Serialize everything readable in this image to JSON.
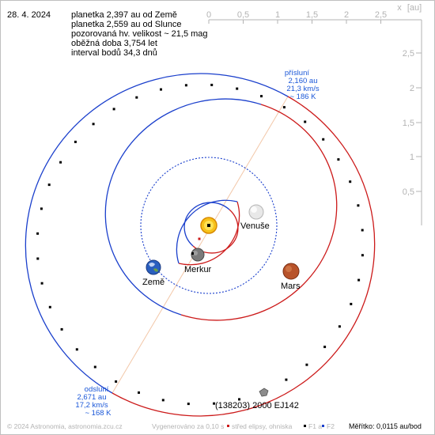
{
  "header": {
    "date": "28. 4. 2024",
    "info": [
      "planetka 2,397 au od Země",
      "planetka 2,559 au od Slunce",
      "pozorovaná hv. velikost ~ 21,5 mag",
      "oběžná doba 3,754 let",
      "interval bodů 34,3 dnů"
    ]
  },
  "axes": {
    "x_ticks": [
      "0",
      "0,5",
      "1",
      "1,5",
      "2",
      "2,5"
    ],
    "y_ticks": [
      "2,5",
      "2",
      "1,5",
      "1",
      "0,5"
    ],
    "x_label": "x",
    "unit_label": "[au]"
  },
  "perihelion": {
    "title": "přísluní",
    "dist": "2,160 au",
    "speed": "21,3 km/s",
    "temp": "~ 186 K"
  },
  "aphelion": {
    "title": "odsluní",
    "dist": "2,671 au",
    "speed": "17,2 km/s",
    "temp": "~ 168 K"
  },
  "bodies": {
    "venus": "Venuše",
    "mercury": "Merkur",
    "earth": "Země",
    "mars": "Mars",
    "asteroid": "(138203) 2000 EJ142"
  },
  "footer": {
    "copyright": "© 2024 Astronomia, astronomia.zcu.cz",
    "generated": "Vygenerováno za 0,10 s",
    "legend_center": "střed elipsy, ohniska",
    "legend_f1": "F1 a",
    "legend_f2": "F2",
    "scale": "Měřítko: 0,0115 au/bod"
  },
  "colors": {
    "orbit_above": "#cc1a1a",
    "orbit_below": "#1a3fcc",
    "apsis_line": "#f2c7a8",
    "text_blue": "#1a57d8",
    "axis_gray": "#b3b3b3"
  }
}
